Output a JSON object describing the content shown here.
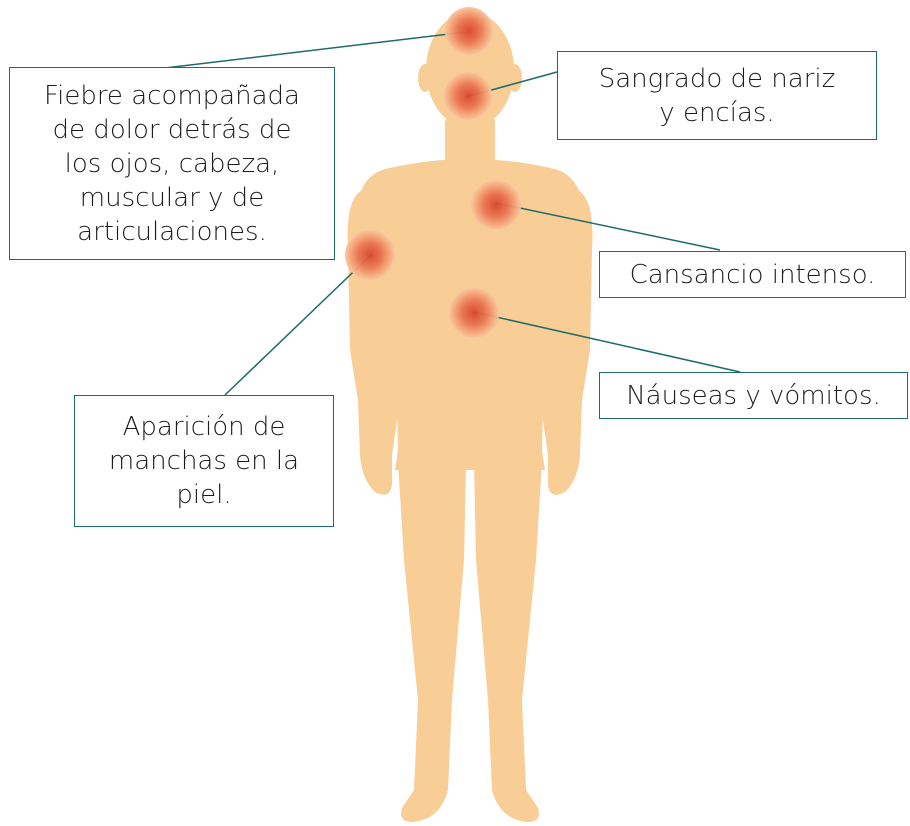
{
  "colors": {
    "skin": "#f8cd96",
    "connector": "#1f6b66",
    "spot_center": "#d9452e",
    "spot_edge": "#f5a77a"
  },
  "callouts": {
    "fiebre": {
      "lines": [
        "Fiebre acompañada",
        "de dolor detrás de",
        "los ojos, cabeza,",
        "muscular y de",
        "articulaciones."
      ]
    },
    "nariz": {
      "lines": [
        "Sangrado de nariz",
        "y encías."
      ]
    },
    "cansancio": {
      "lines": [
        "Cansancio intenso."
      ]
    },
    "nauseas": {
      "lines": [
        "Náuseas y vómitos."
      ]
    },
    "manchas": {
      "lines": [
        "Aparición de",
        "manchas en la",
        "piel."
      ]
    }
  }
}
